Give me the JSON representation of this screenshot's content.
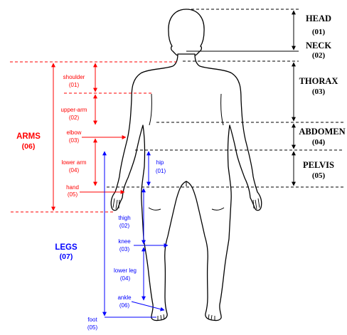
{
  "colors": {
    "black": "#000000",
    "red": "#ff0000",
    "blue": "#0000ff"
  },
  "trunk": [
    {
      "name": "HEAD",
      "code": "(01)"
    },
    {
      "name": "NECK",
      "code": "(02)"
    },
    {
      "name": "THORAX",
      "code": "(03)"
    },
    {
      "name": "ABDOMEN",
      "code": "(04)"
    },
    {
      "name": "PELVIS",
      "code": "(05)"
    }
  ],
  "arms": {
    "title": "ARMS",
    "code": "(06)",
    "parts": [
      {
        "name": "shoulder",
        "code": "(01)"
      },
      {
        "name": "upper-arm",
        "code": "(02)"
      },
      {
        "name": "elbow",
        "code": "(03)"
      },
      {
        "name": "lower arm",
        "code": "(04)"
      },
      {
        "name": "hand",
        "code": "(05)"
      }
    ]
  },
  "legs": {
    "title": "LEGS",
    "code": "(07)",
    "parts": [
      {
        "name": "hip",
        "code": "(01)"
      },
      {
        "name": "thigh",
        "code": "(02)"
      },
      {
        "name": "knee",
        "code": "(03)"
      },
      {
        "name": "lower leg",
        "code": "(04)"
      },
      {
        "name": "ankle",
        "code": "(06)"
      },
      {
        "name": "foot",
        "code": "(05)"
      }
    ]
  }
}
